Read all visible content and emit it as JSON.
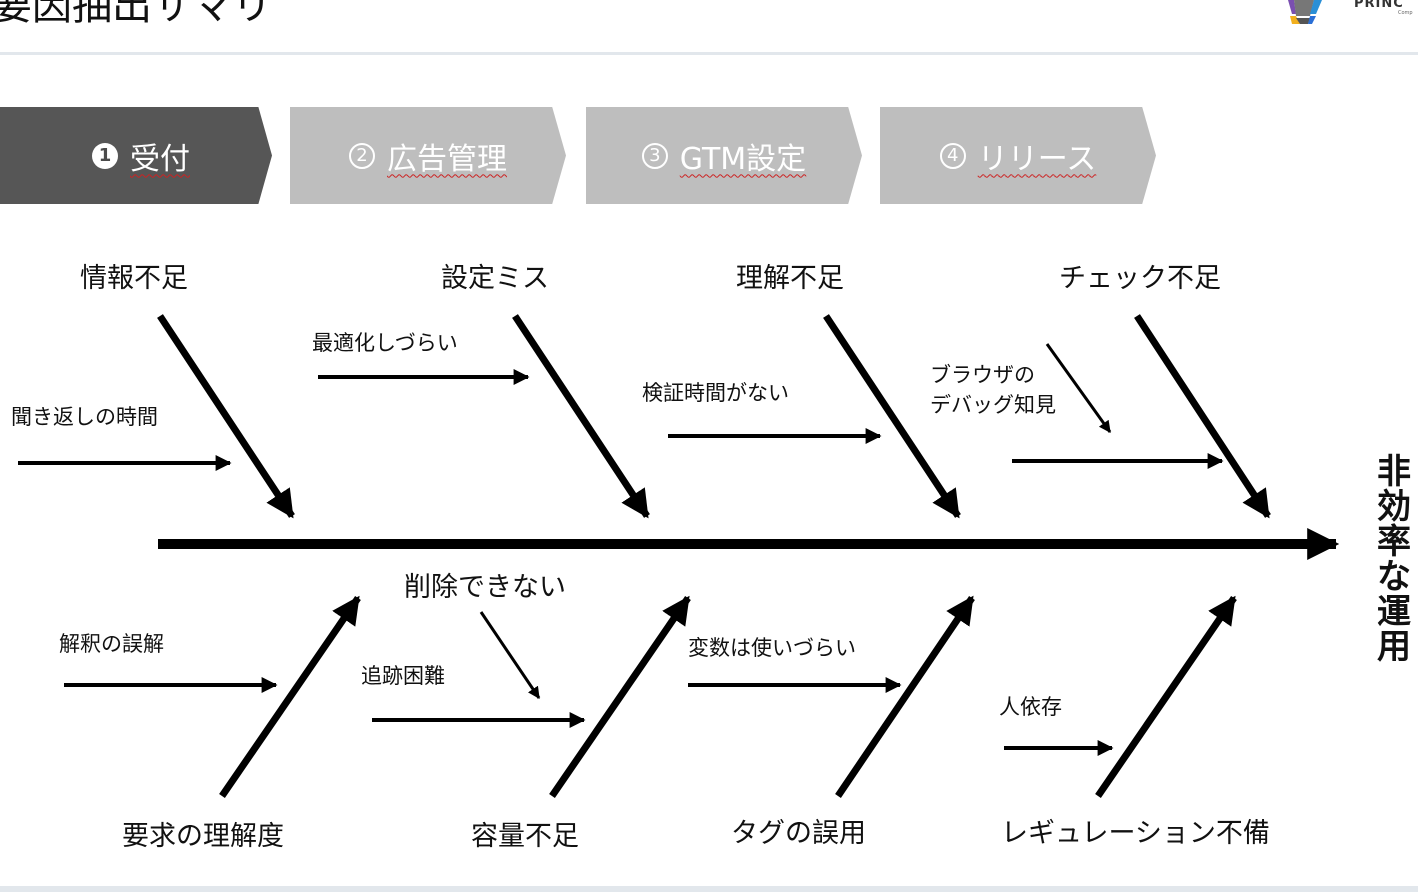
{
  "header": {
    "title": "要因抽出サマリ",
    "logo_text": "PRINC",
    "logo_sub": "Comp"
  },
  "steps": [
    {
      "num": "1",
      "label": "受付"
    },
    {
      "num": "2",
      "label": "広告管理"
    },
    {
      "num": "3",
      "label": "GTM設定"
    },
    {
      "num": "4",
      "label": "リリース"
    }
  ],
  "effect": "非効率な運用",
  "top_causes": [
    {
      "category": "情報不足",
      "sub": [
        "聞き返しの時間"
      ]
    },
    {
      "category": "設定ミス",
      "sub": [
        "最適化しづらい"
      ]
    },
    {
      "category": "理解不足",
      "sub": [
        "検証時間がない"
      ]
    },
    {
      "category": "チェック不足",
      "sub": [
        "ブラウザの",
        "デバッグ知見"
      ]
    }
  ],
  "bottom_causes": [
    {
      "category": "要求の理解度",
      "sub": [
        "解釈の誤解"
      ]
    },
    {
      "category": "容量不足",
      "sub": [
        "削除できない",
        "追跡困難"
      ]
    },
    {
      "category": "タグの誤用",
      "sub": [
        "変数は使いづらい"
      ]
    },
    {
      "category": "レギュレーション不備",
      "sub": [
        "人依存"
      ]
    }
  ]
}
